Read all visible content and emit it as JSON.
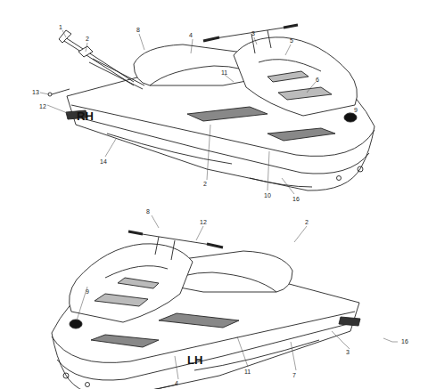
{
  "diagram": {
    "labels": [
      "1",
      "2",
      "13",
      "12",
      "8",
      "4",
      "11",
      "3",
      "5",
      "6",
      "9",
      "14",
      "2",
      "10",
      "16",
      "RH",
      "8",
      "12",
      "2",
      "9",
      "16",
      "3",
      "7",
      "11",
      "4",
      "LH"
    ]
  }
}
